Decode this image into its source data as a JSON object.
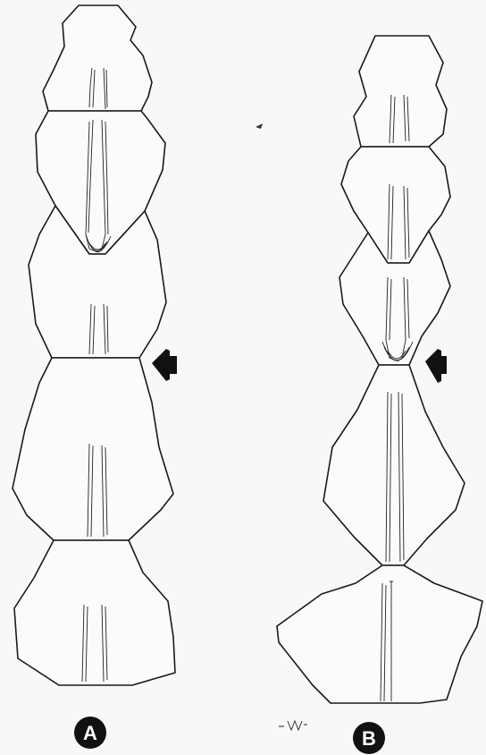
{
  "figure": {
    "panels": [
      {
        "id": "A",
        "label": "A",
        "segment_count": 5
      },
      {
        "id": "B",
        "label": "B",
        "segment_count": 5
      }
    ],
    "colors": {
      "ink": "#1a1a1a",
      "paper": "#f8f8f6"
    },
    "markers": [
      "arrow-left",
      "arrow-left"
    ]
  }
}
